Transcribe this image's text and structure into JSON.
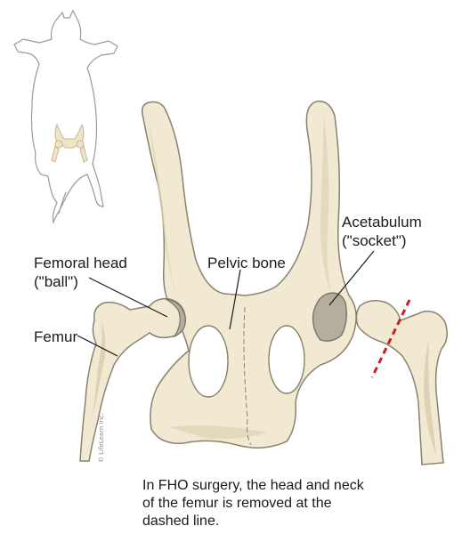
{
  "labels": {
    "femoral_head_line1": "Femoral head",
    "femoral_head_line2": "(\"ball\")",
    "pelvic_bone": "Pelvic bone",
    "acetabulum_line1": "Acetabulum",
    "acetabulum_line2": "(\"socket\")",
    "femur": "Femur"
  },
  "caption": {
    "line1": "In FHO surgery, the head and neck",
    "line2": "of the femur is removed at the",
    "line3": "dashed line."
  },
  "credit": "© LifeLearn Inc.",
  "colors": {
    "bone_fill": "#f2e9d3",
    "bone_shadow": "#ded2b4",
    "outline": "#8a8170",
    "cartilage": "#b3ae9e",
    "cut_line": "#cc1f1f",
    "cat_outline": "#9a9a9a"
  }
}
